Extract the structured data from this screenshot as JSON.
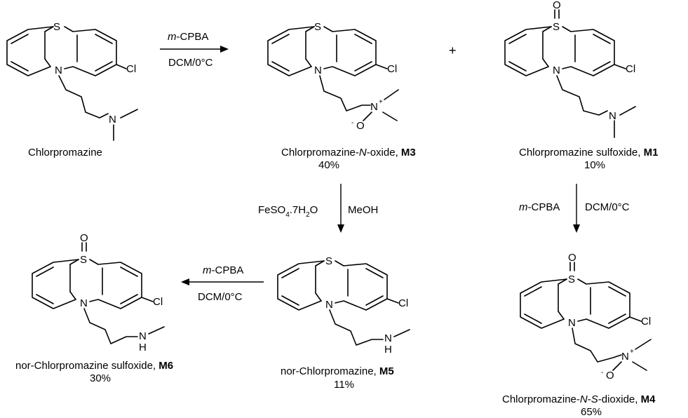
{
  "compounds": {
    "cpz": {
      "name": "Chlorpromazine"
    },
    "m3": {
      "name": "Chlorpromazine-",
      "italic": "N",
      "suffix": "-oxide, ",
      "code": "M3",
      "yield": "40%"
    },
    "m1": {
      "name": "Chlorpromazine sulfoxide, ",
      "code": "M1",
      "yield": "10%"
    },
    "m6": {
      "name": "nor-Chlorpromazine sulfoxide, ",
      "code": "M6",
      "yield": "30%"
    },
    "m5": {
      "name": "nor-Chlorpromazine, ",
      "code": "M5",
      "yield": "11%"
    },
    "m4": {
      "name": "Chlorpromazine-",
      "italic1": "N",
      "dash": "-",
      "italic2": "S",
      "suffix": "-dioxide, ",
      "code": "M4",
      "yield": "65%"
    }
  },
  "plus_sign": "+",
  "reagents": {
    "r1": {
      "italic": "m",
      "text": "-CPBA",
      "conditions": "DCM/0°C"
    },
    "r2": {
      "left_main": "FeSO",
      "left_sub1": "4",
      "left_mid": ".7H",
      "left_sub2": "2",
      "left_end": "O",
      "right": "MeOH"
    },
    "r3": {
      "left_italic": "m",
      "left": "-CPBA",
      "right": "DCM/0°C"
    },
    "r4": {
      "italic": "m",
      "text": "-CPBA",
      "conditions": "DCM/0°C"
    }
  },
  "atom_labels": {
    "S": "S",
    "N": "N",
    "Cl": "Cl",
    "O": "O",
    "H": "H",
    "plus": "+",
    "minus": "-"
  }
}
